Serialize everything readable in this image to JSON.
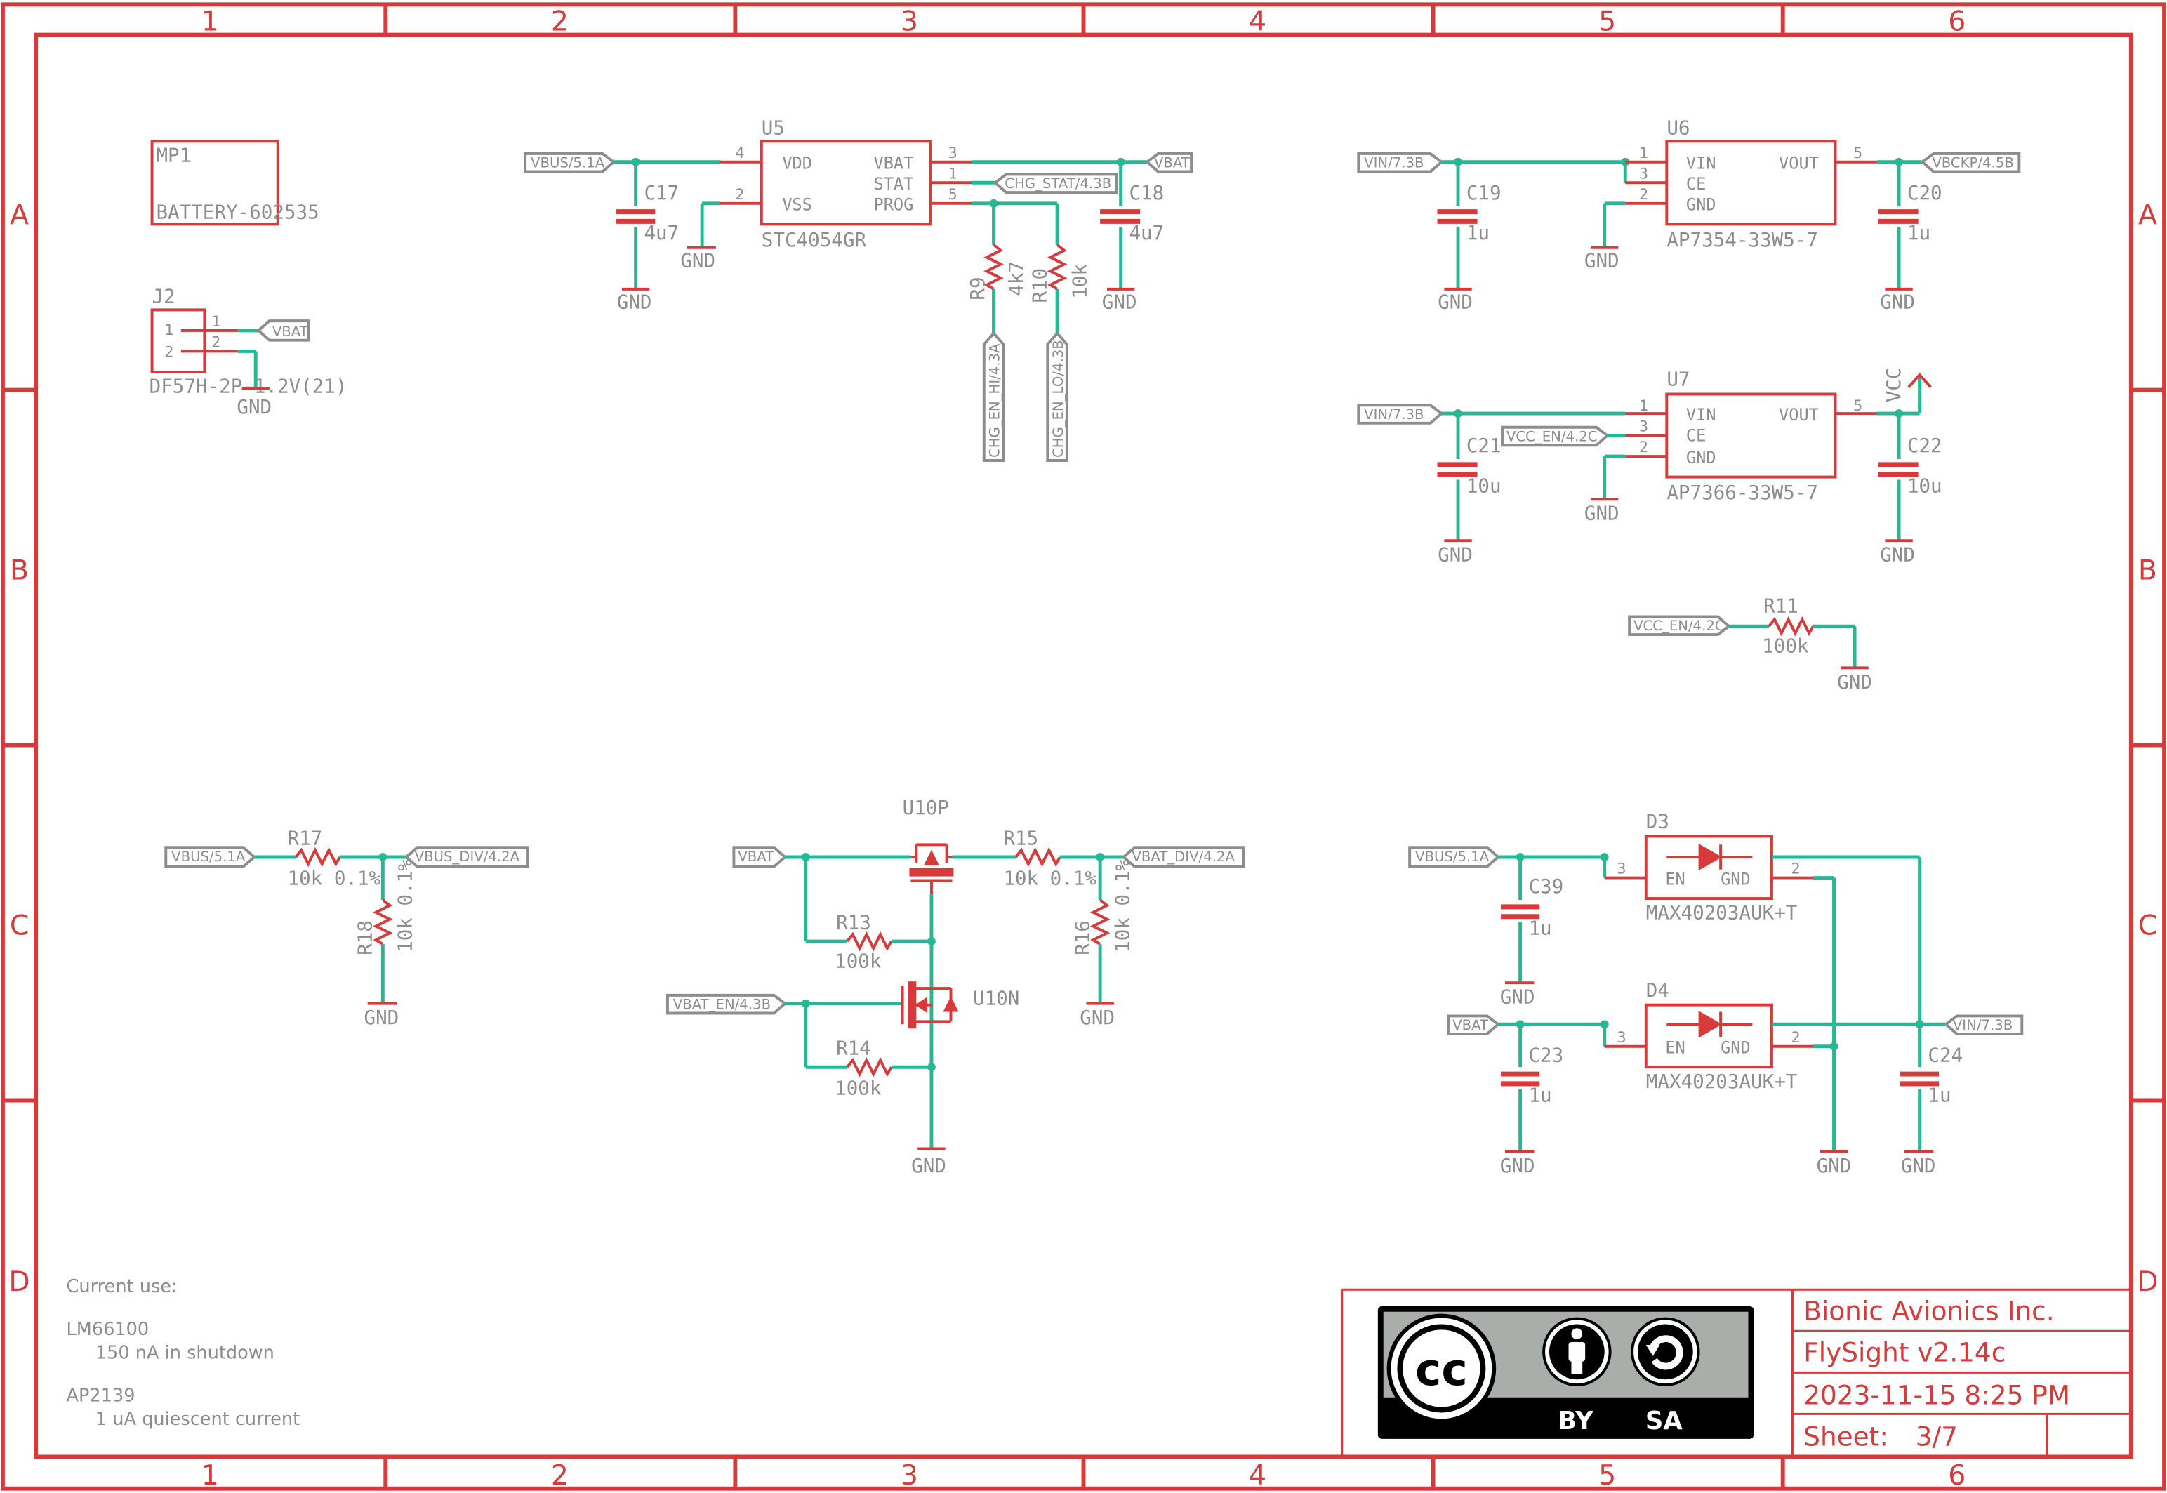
{
  "frame": {
    "columns": [
      "1",
      "2",
      "3",
      "4",
      "5",
      "6"
    ],
    "rows": [
      "A",
      "B",
      "C",
      "D"
    ]
  },
  "parts": {
    "mp1": {
      "ref": "MP1",
      "value": "BATTERY-602535"
    },
    "j2": {
      "ref": "J2",
      "value": "DF57H-2P-1.2V(21)",
      "pins": [
        "1",
        "2",
        "1",
        "2"
      ]
    },
    "u5": {
      "ref": "U5",
      "value": "STC4054GR",
      "pins": {
        "vdd": "VDD",
        "vss": "VSS",
        "vbat": "VBAT",
        "stat": "STAT",
        "prog": "PROG"
      },
      "pin_numbers": {
        "vdd": "4",
        "vss": "2",
        "vbat": "3",
        "stat": "1",
        "prog": "5"
      }
    },
    "u6": {
      "ref": "U6",
      "value": "AP7354-33W5-7",
      "pins": {
        "vin": "VIN",
        "ce": "CE",
        "gnd": "GND",
        "vout": "VOUT"
      },
      "pin_numbers": {
        "vin": "1",
        "ce": "3",
        "gnd": "2",
        "vout": "5"
      }
    },
    "u7": {
      "ref": "U7",
      "value": "AP7366-33W5-7",
      "pins": {
        "vin": "VIN",
        "ce": "CE",
        "gnd": "GND",
        "vout": "VOUT"
      },
      "pin_numbers": {
        "vin": "1",
        "ce": "3",
        "gnd": "2",
        "vout": "5"
      }
    },
    "c17": {
      "ref": "C17",
      "value": "4u7"
    },
    "c18": {
      "ref": "C18",
      "value": "4u7"
    },
    "c19": {
      "ref": "C19",
      "value": "1u"
    },
    "c20": {
      "ref": "C20",
      "value": "1u"
    },
    "c21": {
      "ref": "C21",
      "value": "10u"
    },
    "c22": {
      "ref": "C22",
      "value": "10u"
    },
    "c39": {
      "ref": "C39",
      "value": "1u"
    },
    "c23": {
      "ref": "C23",
      "value": "1u"
    },
    "c24": {
      "ref": "C24",
      "value": "1u"
    },
    "r9": {
      "ref": "R9",
      "value": "4k7"
    },
    "r10": {
      "ref": "R10",
      "value": "10k"
    },
    "r11": {
      "ref": "R11",
      "value": "100k"
    },
    "r17": {
      "ref": "R17",
      "value": "10k 0.1%"
    },
    "r18": {
      "ref": "R18",
      "value": "10k 0.1%"
    },
    "r15": {
      "ref": "R15",
      "value": "10k 0.1%"
    },
    "r16": {
      "ref": "R16",
      "value": "10k 0.1%"
    },
    "r13": {
      "ref": "R13",
      "value": "100k"
    },
    "r14": {
      "ref": "R14",
      "value": "100k"
    },
    "u10p": {
      "ref": "U10P"
    },
    "u10n": {
      "ref": "U10N"
    },
    "d3": {
      "ref": "D3",
      "value": "MAX40203AUK+T",
      "pins": {
        "en": "EN",
        "gnd": "GND"
      },
      "pin_numbers": {
        "en": "3",
        "out": "2"
      }
    },
    "d4": {
      "ref": "D4",
      "value": "MAX40203AUK+T",
      "pins": {
        "en": "EN",
        "gnd": "GND"
      },
      "pin_numbers": {
        "en": "3",
        "out": "2"
      }
    }
  },
  "nets": {
    "vbus": "VBUS/5.1A",
    "vbat": "VBAT",
    "chg_stat": "CHG_STAT/4.3B",
    "chg_en_hi": "CHG_EN_HI/4.3A",
    "chg_en_lo": "CHG_EN_LO/4.3B",
    "vin": "VIN/7.3B",
    "vbckp": "VBCKP/4.5B",
    "vcc_en": "VCC_EN/4.2C",
    "vbus_div": "VBUS_DIV/4.2A",
    "vbat_div": "VBAT_DIV/4.2A",
    "vbat_en": "VBAT_EN/4.3B",
    "gnd": "GND",
    "vcc": "VCC"
  },
  "notes": {
    "title": "Current use:",
    "item1_part": "LM66100",
    "item1_desc": "150 nA in shutdown",
    "item2_part": "AP2139",
    "item2_desc": "1 uA quiescent current"
  },
  "title_block": {
    "company": "Bionic Avionics Inc.",
    "project": "FlySight v2.14c",
    "date": "2023-11-15 8:25 PM",
    "sheet_label": "Sheet:",
    "sheet_value": "3/7",
    "license_by": "BY",
    "license_sa": "SA",
    "license_cc": "cc"
  }
}
